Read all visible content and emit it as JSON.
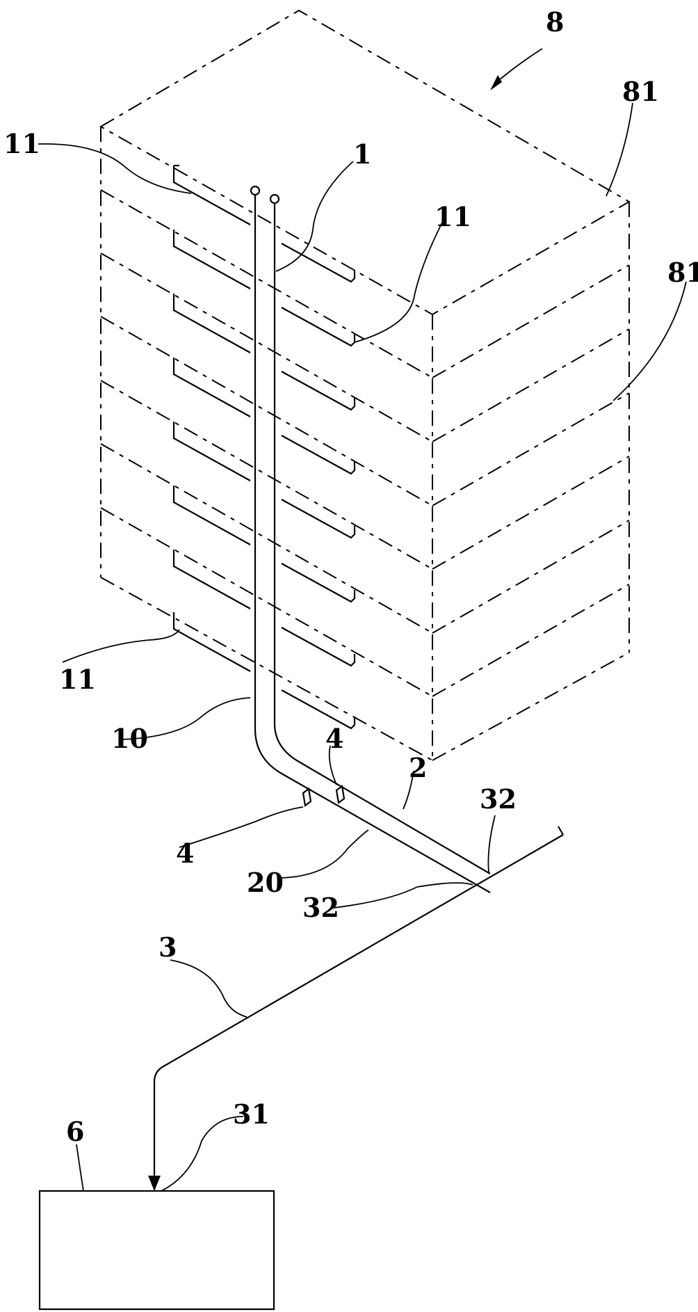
{
  "labels": {
    "building": "8",
    "floor_top": "81",
    "floor_side": "81",
    "pipe_main": "1",
    "outlet_top_left": "11",
    "outlet_middle": "11",
    "outlet_bottom_left": "11",
    "riser": "10",
    "valve_right": "4",
    "valve_left": "4",
    "branch": "2",
    "branch_pipe": "20",
    "junction_right": "32",
    "junction_left": "32",
    "main_line": "3",
    "inlet": "31",
    "tank": "6"
  }
}
